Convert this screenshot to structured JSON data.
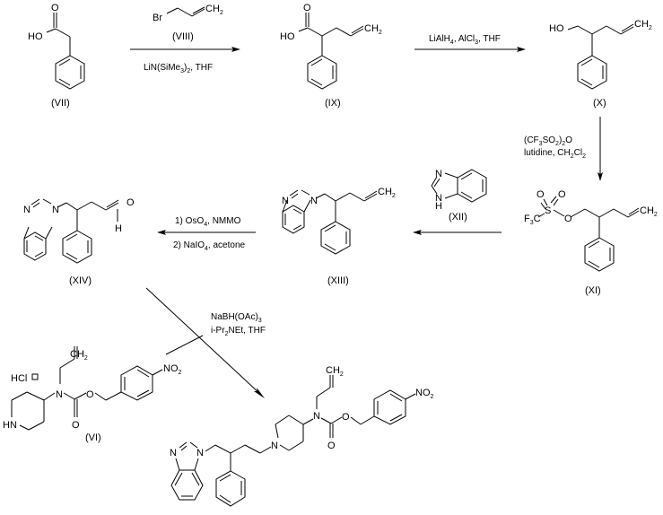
{
  "scheme": {
    "compounds": {
      "VII": {
        "label": "(VII)",
        "atoms": {
          "o": "O",
          "ho": "HO"
        }
      },
      "VIII": {
        "label": "(VIII)",
        "atoms": {
          "br": "Br",
          "ch2": "CH",
          "ch2_sub": "2"
        }
      },
      "IX": {
        "label": "(IX)",
        "atoms": {
          "o": "O",
          "ho": "HO",
          "ch2": "CH",
          "ch2_sub": "2"
        }
      },
      "X": {
        "label": "(X)",
        "atoms": {
          "ho": "HO",
          "ch2": "CH",
          "ch2_sub": "2"
        }
      },
      "XI": {
        "label": "(XI)",
        "atoms": {
          "o1": "O",
          "o2": "O",
          "s": "S",
          "o3": "O",
          "f3c": "F",
          "f3c_sub": "3",
          "f3c_c": "C",
          "ch2": "CH",
          "ch2_sub": "2"
        }
      },
      "XII": {
        "label": "(XII)",
        "atoms": {
          "n1": "N",
          "nh": "N",
          "h": "H"
        }
      },
      "XIII": {
        "label": "(XIII)",
        "atoms": {
          "n1": "N",
          "n2": "N",
          "ch2": "CH",
          "ch2_sub": "2"
        }
      },
      "XIV": {
        "label": "(XIV)",
        "atoms": {
          "n1": "N",
          "n2": "N",
          "o": "O",
          "h": "H"
        }
      },
      "VI": {
        "label": "(VI)",
        "salt": "HCl",
        "atoms": {
          "hn": "HN",
          "n": "N",
          "o1": "O",
          "o2": "O",
          "ch2": "CH",
          "ch2_sub": "2",
          "no2": "NO",
          "no2_sub": "2"
        }
      },
      "product": {
        "atoms": {
          "n1": "N",
          "n2": "N",
          "n3": "N",
          "n4": "N",
          "o1": "O",
          "o2": "O",
          "ch2": "CH",
          "ch2_sub": "2",
          "no2": "NO",
          "no2_sub": "2"
        }
      }
    },
    "reagents": {
      "step1_below": {
        "a": "LiN(SiMe",
        "sub": "3",
        "b": ")",
        "sub2": "2",
        "c": ", THF"
      },
      "step2": {
        "a": "LiAlH",
        "sub": "4",
        "b": ", AlCl",
        "sub2": "3",
        "c": ", THF"
      },
      "step3_line1": {
        "a": "(CF",
        "sub": "3",
        "b": "SO",
        "sub2": "2",
        "c": ")",
        "sub3": "2",
        "d": "O"
      },
      "step3_line2": {
        "a": "lutidine, CH",
        "sub": "2",
        "b": "Cl",
        "sub2": "2"
      },
      "step5_line1": {
        "a": "1) OsO",
        "sub": "4",
        "b": ", NMMO"
      },
      "step5_line2": {
        "a": "2) NaIO",
        "sub": "4",
        "b": ", acetone"
      },
      "step6_line1": {
        "a": "NaBH(OAc)",
        "sub": "3"
      },
      "step6_line2": {
        "a": "i-Pr",
        "sub": "2",
        "b": "NEt, THF"
      }
    }
  }
}
